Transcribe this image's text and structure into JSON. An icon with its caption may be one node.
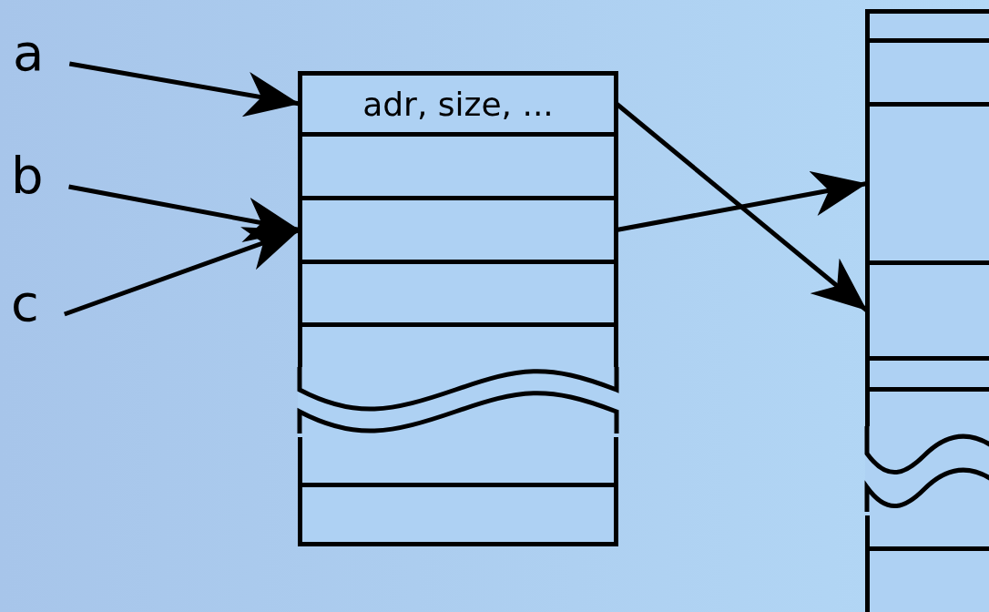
{
  "diagram": {
    "nodes": [
      {
        "text": [
          "a"
        ]
      },
      {
        "text": [
          "b"
        ]
      },
      {
        "text": [
          "c"
        ]
      },
      {
        "text": [],
        "shape": "box"
      },
      {
        "text": [
          "adr, size, ..."
        ],
        "in": 3
      },
      {
        "text": [],
        "shape": "box",
        "in": 3
      },
      {
        "text": [],
        "shape": "box",
        "in": 3
      },
      {
        "text": [],
        "shape": "box",
        "in": 3
      },
      {
        "text": [],
        "shape": "box",
        "in": 3
      },
      {
        "text": [],
        "shape": "box",
        "in": 3
      },
      {
        "text": [],
        "shape": "box",
        "in": 3
      },
      {
        "text": [],
        "shape": "box"
      },
      {
        "text": [],
        "shape": "box",
        "in": 11
      },
      {
        "text": [],
        "shape": "box",
        "in": 11
      },
      {
        "text": [],
        "shape": "box",
        "in": 11
      },
      {
        "text": [],
        "shape": "box",
        "in": 11
      },
      {
        "text": [],
        "shape": "box",
        "in": 11
      },
      {
        "text": [],
        "shape": "box",
        "in": 11
      },
      {
        "text": [],
        "shape": "box",
        "in": 11
      },
      {
        "text": [],
        "shape": "box",
        "in": 11
      }
    ],
    "edges": [
      {
        "from": 0,
        "to": 4,
        "arrow": "to"
      },
      {
        "from": 1,
        "to": 6,
        "arrow": "to"
      },
      {
        "from": 2,
        "to": 6,
        "arrow": "to"
      },
      {
        "from": 6,
        "to": 14,
        "arrow": "to"
      },
      {
        "from": 4,
        "to": 15,
        "arrow": "to"
      }
    ]
  }
}
